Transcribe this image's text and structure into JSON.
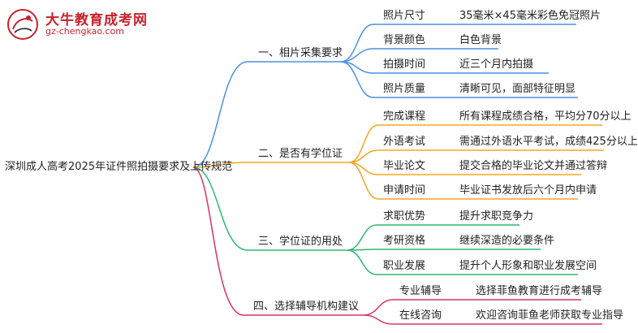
{
  "logo": {
    "title": "大牛教育成考网",
    "url": "gz-chengkao.com",
    "badge_text": "大牛"
  },
  "colors": {
    "branch1": "#4a90e2",
    "branch2": "#f5a623",
    "branch3": "#2eb872",
    "branch4": "#d6336c",
    "brand": "#c8232c"
  },
  "root": {
    "label": "深圳成人高考2025年证件照拍摄要求及上传规范"
  },
  "branches": [
    {
      "label": "一、相片采集要求",
      "items": [
        {
          "label": "照片尺寸",
          "value": "35毫米×45毫米彩色免冠照片"
        },
        {
          "label": "背景颜色",
          "value": "白色背景"
        },
        {
          "label": "拍摄时间",
          "value": "近三个月内拍摄"
        },
        {
          "label": "照片质量",
          "value": "清晰可见，面部特征明显"
        }
      ]
    },
    {
      "label": "二、是否有学位证",
      "items": [
        {
          "label": "完成课程",
          "value": "所有课程成绩合格，平均分70分以上"
        },
        {
          "label": "外语考试",
          "value": "需通过外语水平考试，成绩425分以上"
        },
        {
          "label": "毕业论文",
          "value": "提交合格的毕业论文并通过答辩"
        },
        {
          "label": "申请时间",
          "value": "毕业证书发放后六个月内申请"
        }
      ]
    },
    {
      "label": "三、学位证的用处",
      "items": [
        {
          "label": "求职优势",
          "value": "提升求职竞争力"
        },
        {
          "label": "考研资格",
          "value": "继续深造的必要条件"
        },
        {
          "label": "职业发展",
          "value": "提升个人形象和职业发展空间"
        }
      ]
    },
    {
      "label": "四、选择辅导机构建议",
      "items": [
        {
          "label": "专业辅导",
          "value": "选择菲鱼教育进行成考辅导"
        },
        {
          "label": "在线咨询",
          "value": "欢迎咨询菲鱼老师获取专业指导"
        }
      ]
    }
  ]
}
